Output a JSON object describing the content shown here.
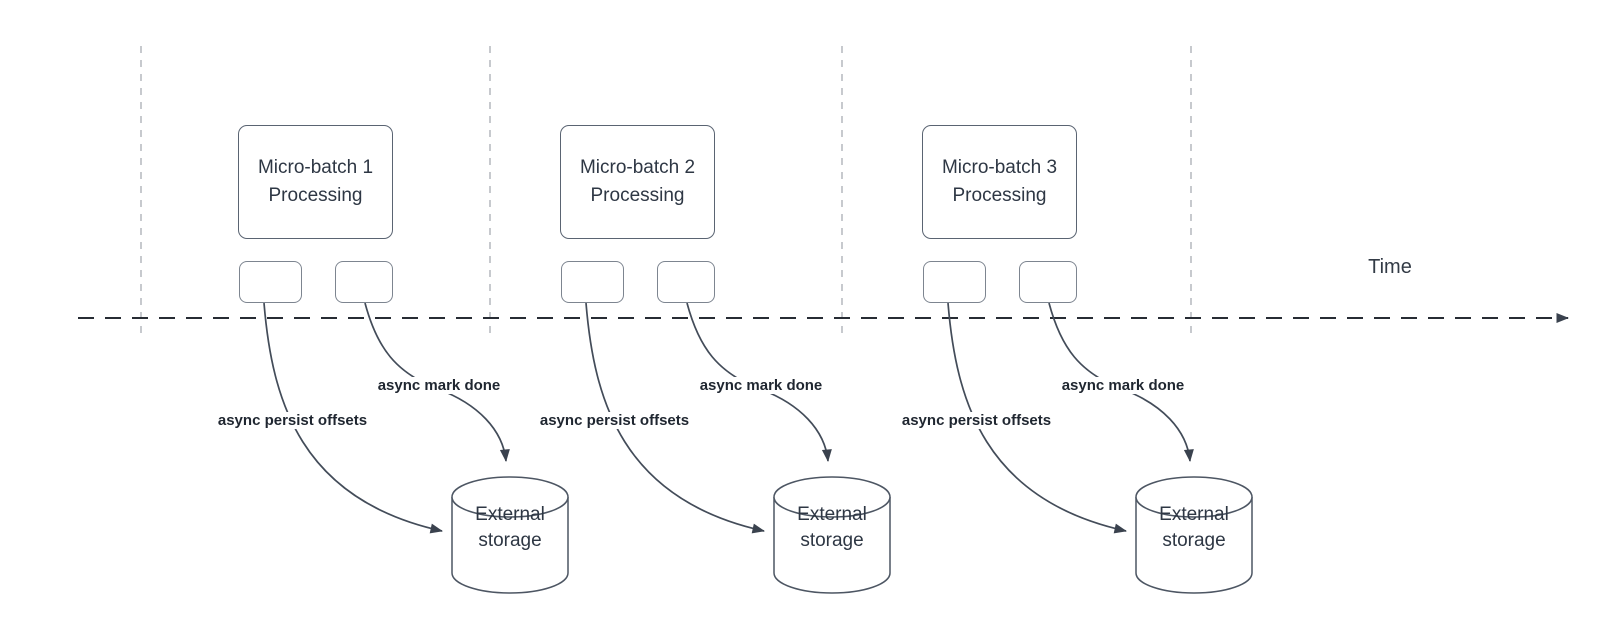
{
  "diagram": {
    "title_hint": "micro-batch async progress tracking timeline",
    "time_label": "Time",
    "colors": {
      "background": "#ffffff",
      "axis_stroke": "#272c34",
      "divider_stroke": "#b9bcc2",
      "shape_stroke": "#5a6472",
      "curve_stroke": "#434c59",
      "text": "#2e3744",
      "label_text": "#1f2630"
    },
    "groups": [
      {
        "box_label": "Micro-batch 1 Processing",
        "persist_label": "async persist offsets",
        "done_label": "async mark done",
        "storage_label": "External storage"
      },
      {
        "box_label": "Micro-batch 2 Processing",
        "persist_label": "async persist offsets",
        "done_label": "async mark done",
        "storage_label": "External storage"
      },
      {
        "box_label": "Micro-batch 3 Processing",
        "persist_label": "async persist offsets",
        "done_label": "async mark done",
        "storage_label": "External storage"
      }
    ]
  }
}
